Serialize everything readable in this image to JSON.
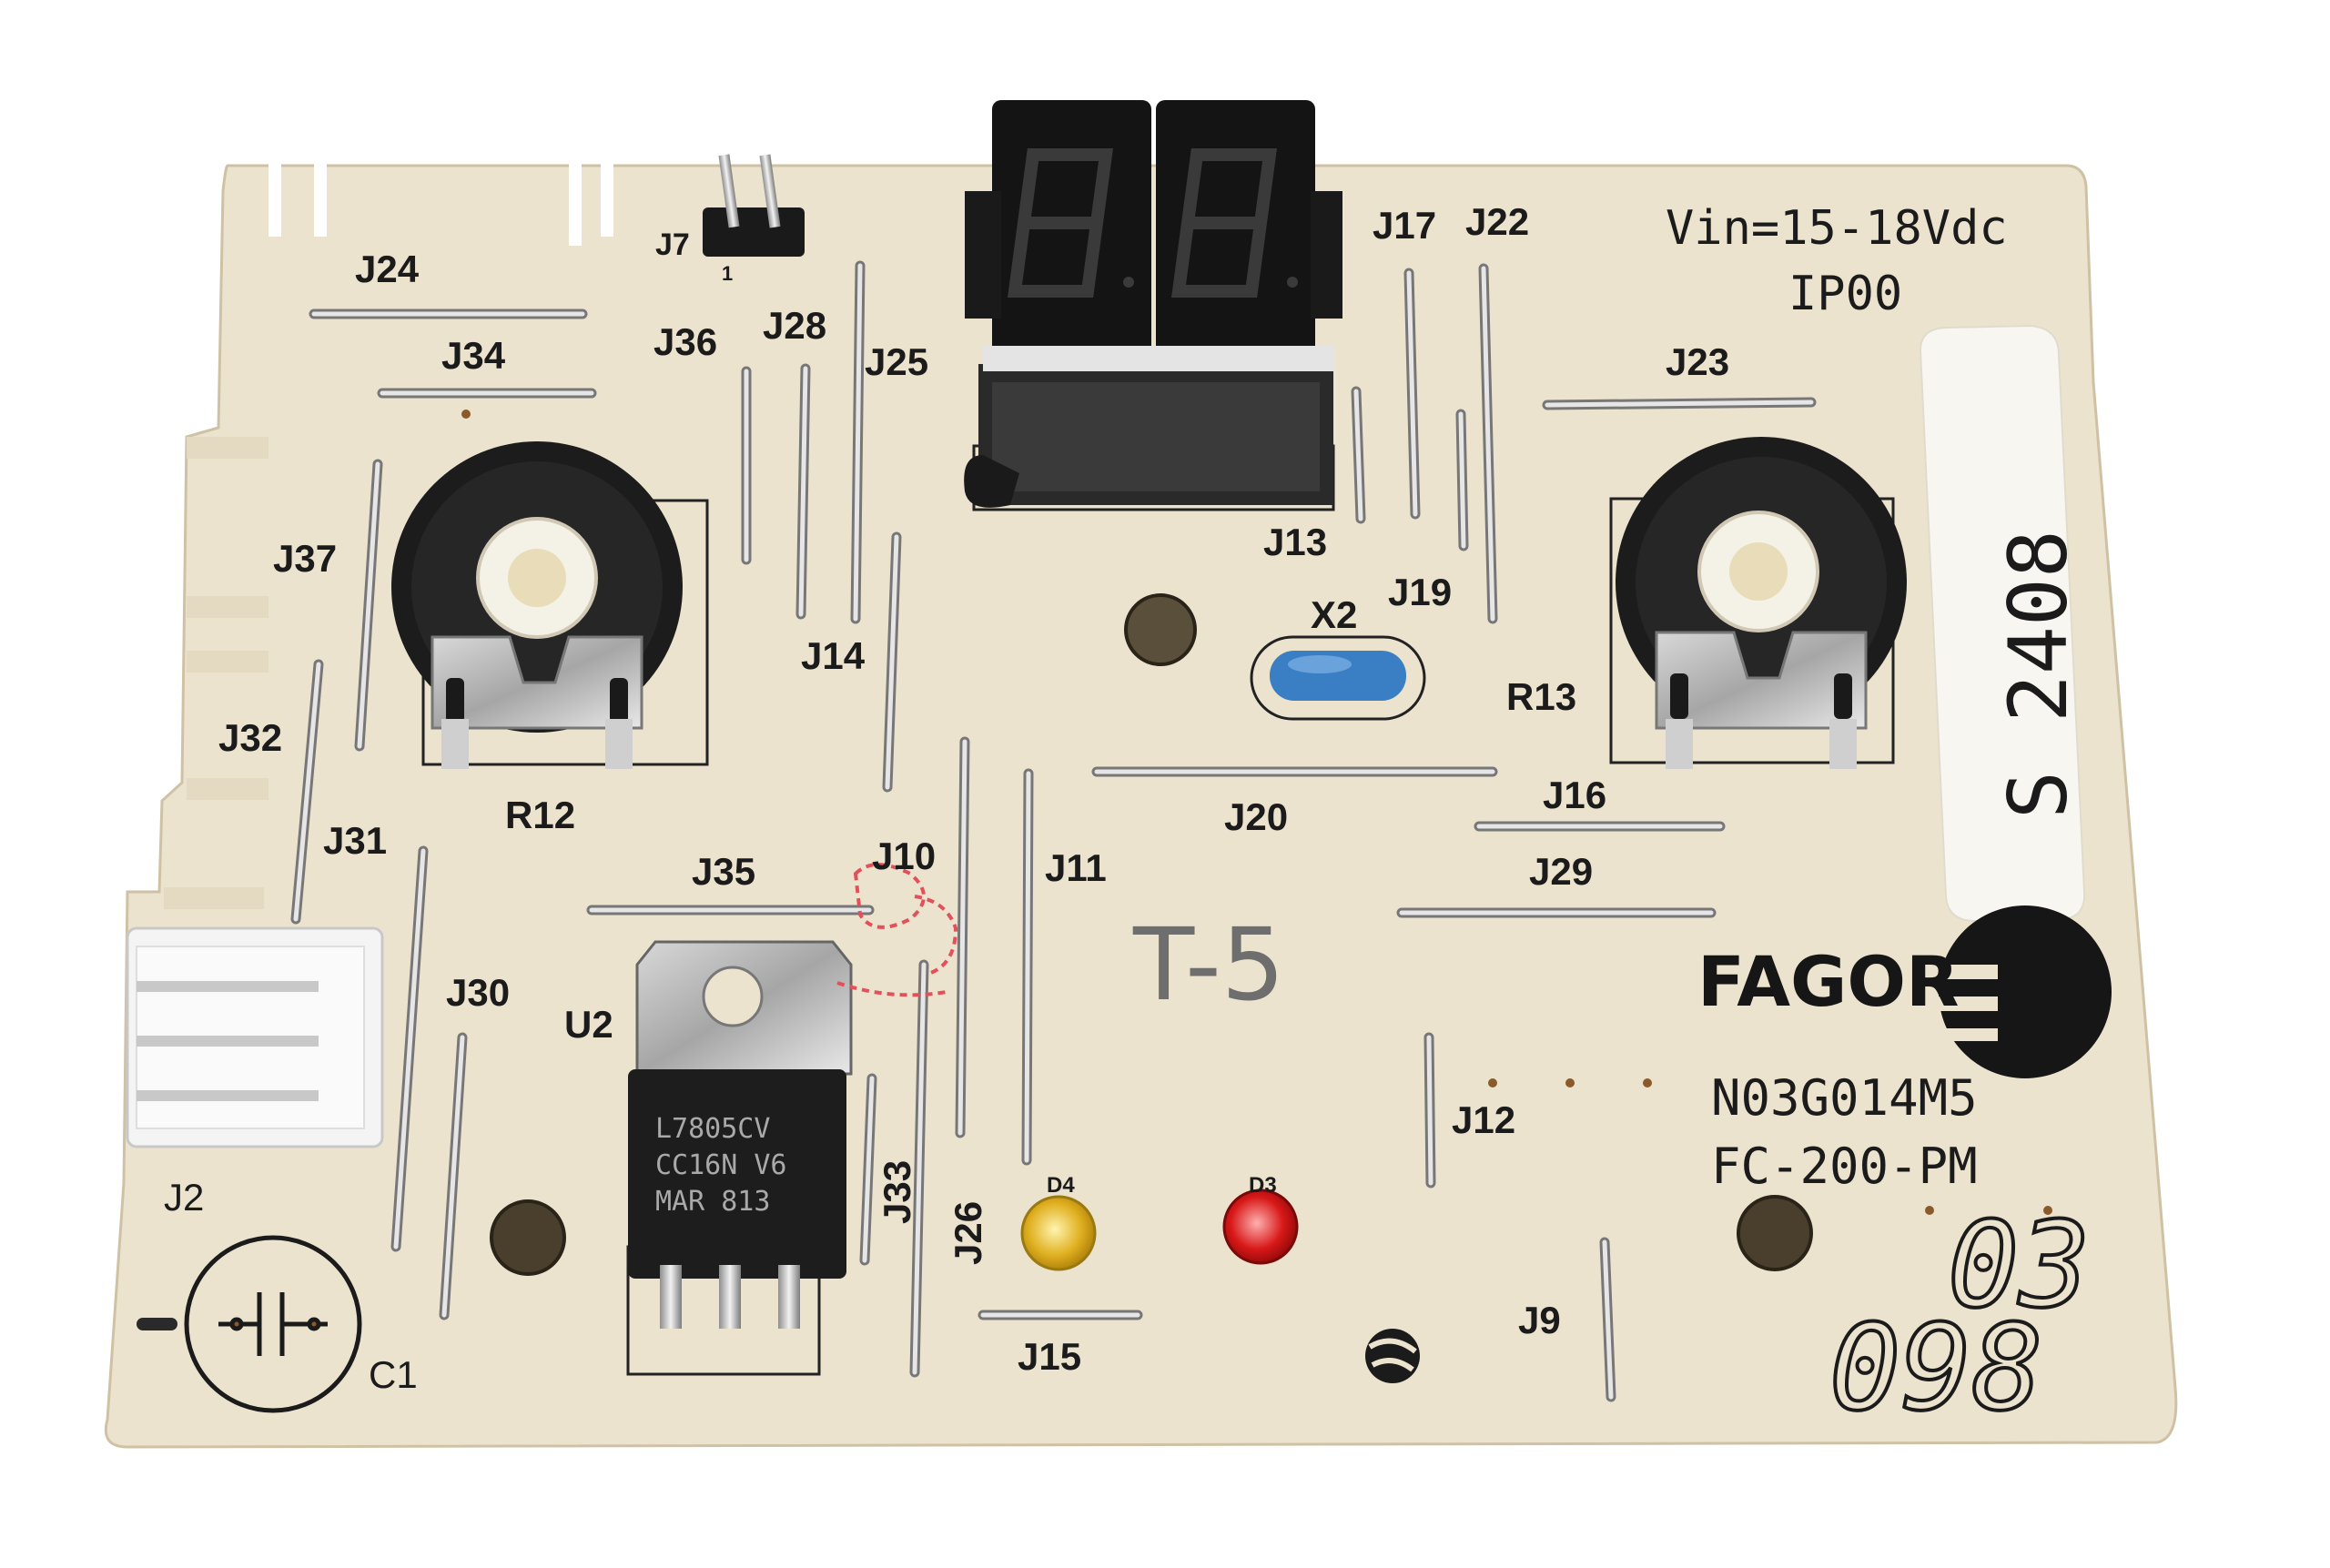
{
  "board": {
    "labels": {
      "j24": "J24",
      "j34": "J34",
      "j7": "J7",
      "j7_pin": "1",
      "j36": "J36",
      "j28": "J28",
      "j25": "J25",
      "j17": "J17",
      "j22": "J22",
      "j23": "J23",
      "j37": "J37",
      "j32": "J32",
      "j31": "J31",
      "r12": "R12",
      "j14": "J14",
      "j13": "J13",
      "j19": "J19",
      "x2": "X2",
      "r13": "R13",
      "j20": "J20",
      "j16": "J16",
      "j35": "J35",
      "j10": "J10",
      "j11": "J11",
      "j29": "J29",
      "j30": "J30",
      "u2": "U2",
      "j12": "J12",
      "j33": "J33",
      "j26": "J26",
      "d4": "D4",
      "d3": "D3",
      "j2": "J2",
      "c1": "C1",
      "j15": "J15",
      "j9": "J9"
    },
    "voltage": "Vin=15-18Vdc",
    "rating": "IP00",
    "sticker": "S 2408",
    "handwritten": "T-5",
    "brand": "FAGOR",
    "model": "N03G014M5",
    "variant": "FC-200-PM",
    "date_code_top": "03",
    "date_code_bottom": "098",
    "regulator_marking": [
      "L7805CV",
      "CC16N V6",
      "MAR 813"
    ]
  },
  "colors": {
    "board": "#ece3cf",
    "display": "#141414",
    "led_yellow": "#e0b020",
    "led_red": "#d81818",
    "crystal": "#3a7fc4",
    "pot_body": "#1c1c1c"
  },
  "icons": [
    "seven-segment-display",
    "potentiometer",
    "voltage-regulator",
    "connector",
    "led",
    "crystal",
    "capacitor-symbol",
    "brand-logo"
  ]
}
